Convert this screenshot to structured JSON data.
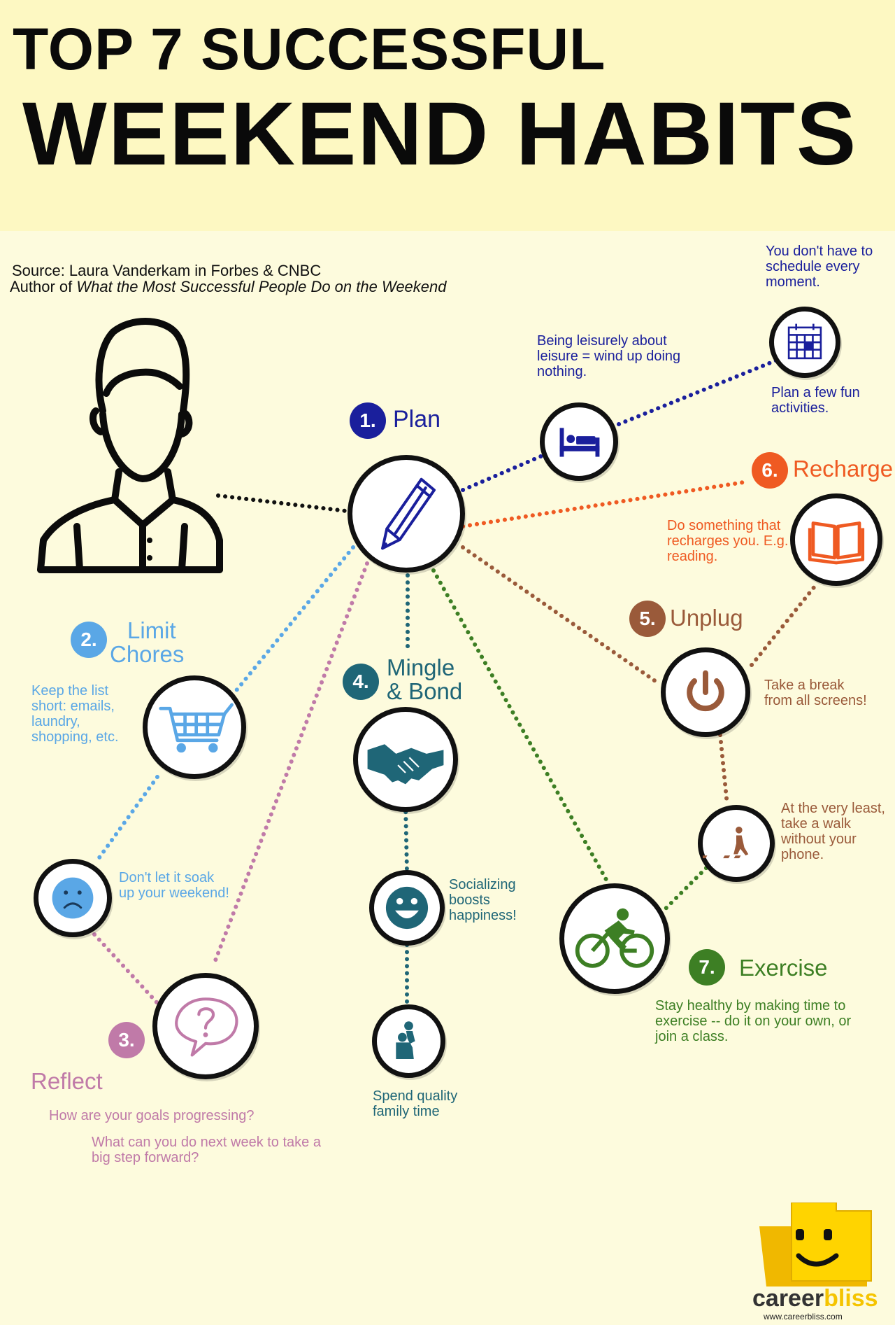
{
  "title": {
    "line1": "TOP 7 SUCCESSFUL",
    "line2": "WEEKEND HABITS"
  },
  "source": {
    "line1": "Source: Laura Vanderkam in Forbes & CNBC",
    "author_prefix": "Author of ",
    "book_title": "What the Most Successful People Do on the Weekend"
  },
  "colors": {
    "plan": "#1a1f9c",
    "chores": "#5aa7e6",
    "reflect": "#c07aa8",
    "mingle": "#1f6677",
    "unplug": "#9a5a3a",
    "recharge": "#ef5a22",
    "exercise": "#3d7f24"
  },
  "habits": {
    "plan": {
      "number": "1.",
      "title": "Plan",
      "icon": "pencil-icon",
      "note_leisure": "Being leisurely about leisure = wind up doing nothing.",
      "note_schedule": "You don't have to schedule every moment.",
      "note_fun": "Plan a few fun activities.",
      "icon_bed": "bed-icon",
      "icon_calendar": "calendar-icon"
    },
    "chores": {
      "number": "2.",
      "title_line1": "Limit",
      "title_line2": "Chores",
      "icon": "shopping-cart-icon",
      "note_list": "Keep the list short: emails, laundry, shopping, etc.",
      "icon_sad": "sad-face-icon",
      "note_soak": "Don't let it soak up your weekend!"
    },
    "reflect": {
      "number": "3.",
      "title": "Reflect",
      "icon": "question-bubble-icon",
      "note_goals": "How are your goals progressing?",
      "note_next": "What can you do next week to take a big step forward?"
    },
    "mingle": {
      "number": "4.",
      "title_line1": "Mingle",
      "title_line2": "& Bond",
      "icon": "handshake-icon",
      "icon_smile": "smiley-icon",
      "note_social": "Socializing boosts happiness!",
      "icon_family": "family-icon",
      "note_family": "Spend quality family time"
    },
    "unplug": {
      "number": "5.",
      "title": "Unplug",
      "icon": "power-icon",
      "note_break": "Take a break from all screens!",
      "icon_walk": "crosswalk-icon",
      "note_walk": "At the very least, take a walk without your phone."
    },
    "recharge": {
      "number": "6.",
      "title": "Recharge",
      "icon": "book-icon",
      "note": "Do something that recharges you. E.g. reading."
    },
    "exercise": {
      "number": "7.",
      "title": "Exercise",
      "icon": "cyclist-icon",
      "note": "Stay healthy by making time to exercise -- do it on your own, or join a class."
    }
  },
  "person_icon": "person-icon",
  "logo": {
    "icon": "careerbliss-smiley-icon",
    "word_career": "career",
    "word_bliss": "bliss",
    "url": "www.careerbliss.com",
    "career_color": "#333333",
    "bliss_color": "#f5c400"
  }
}
